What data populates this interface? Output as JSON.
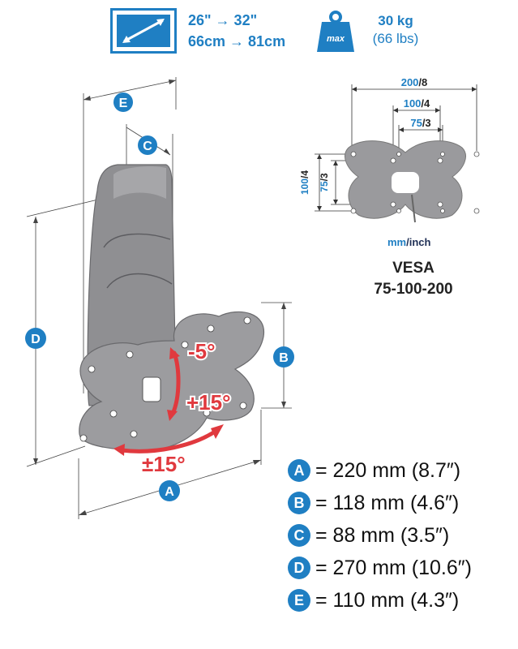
{
  "header": {
    "size_inch": "26\" → 32\"",
    "size_cm": "66cm → 81cm",
    "weight_badge": "max",
    "weight_kg": "30 kg",
    "weight_lbs": "(66 lbs)"
  },
  "vesa": {
    "dim_200": "200",
    "dim_200_in": "/8",
    "dim_100": "100",
    "dim_100_in": "/4",
    "dim_75": "75",
    "dim_75_in": "/3",
    "v_100": "100",
    "v_100_in": "/4",
    "v_75": "75",
    "v_75_in": "/3",
    "units_mm": "mm",
    "units_inch": "/inch",
    "title": "VESA",
    "patterns": "75-100-200"
  },
  "angles": {
    "tilt_down": "-5°",
    "tilt_up": "+15°",
    "swivel": "±15°"
  },
  "markers": {
    "a": "A",
    "b": "B",
    "c": "C",
    "d": "D",
    "e": "E"
  },
  "specs": [
    {
      "letter": "A",
      "value": "= 220 mm (8.7″)"
    },
    {
      "letter": "B",
      "value": "= 118 mm (4.6″)"
    },
    {
      "letter": "C",
      "value": "= 88 mm (3.5″)"
    },
    {
      "letter": "D",
      "value": "= 270 mm (10.6″)"
    },
    {
      "letter": "E",
      "value": "= 110 mm (4.3″)"
    }
  ],
  "colors": {
    "accent": "#1f7fc3",
    "angle_red": "#e0393e",
    "mount_gray": "#8f8f92"
  }
}
